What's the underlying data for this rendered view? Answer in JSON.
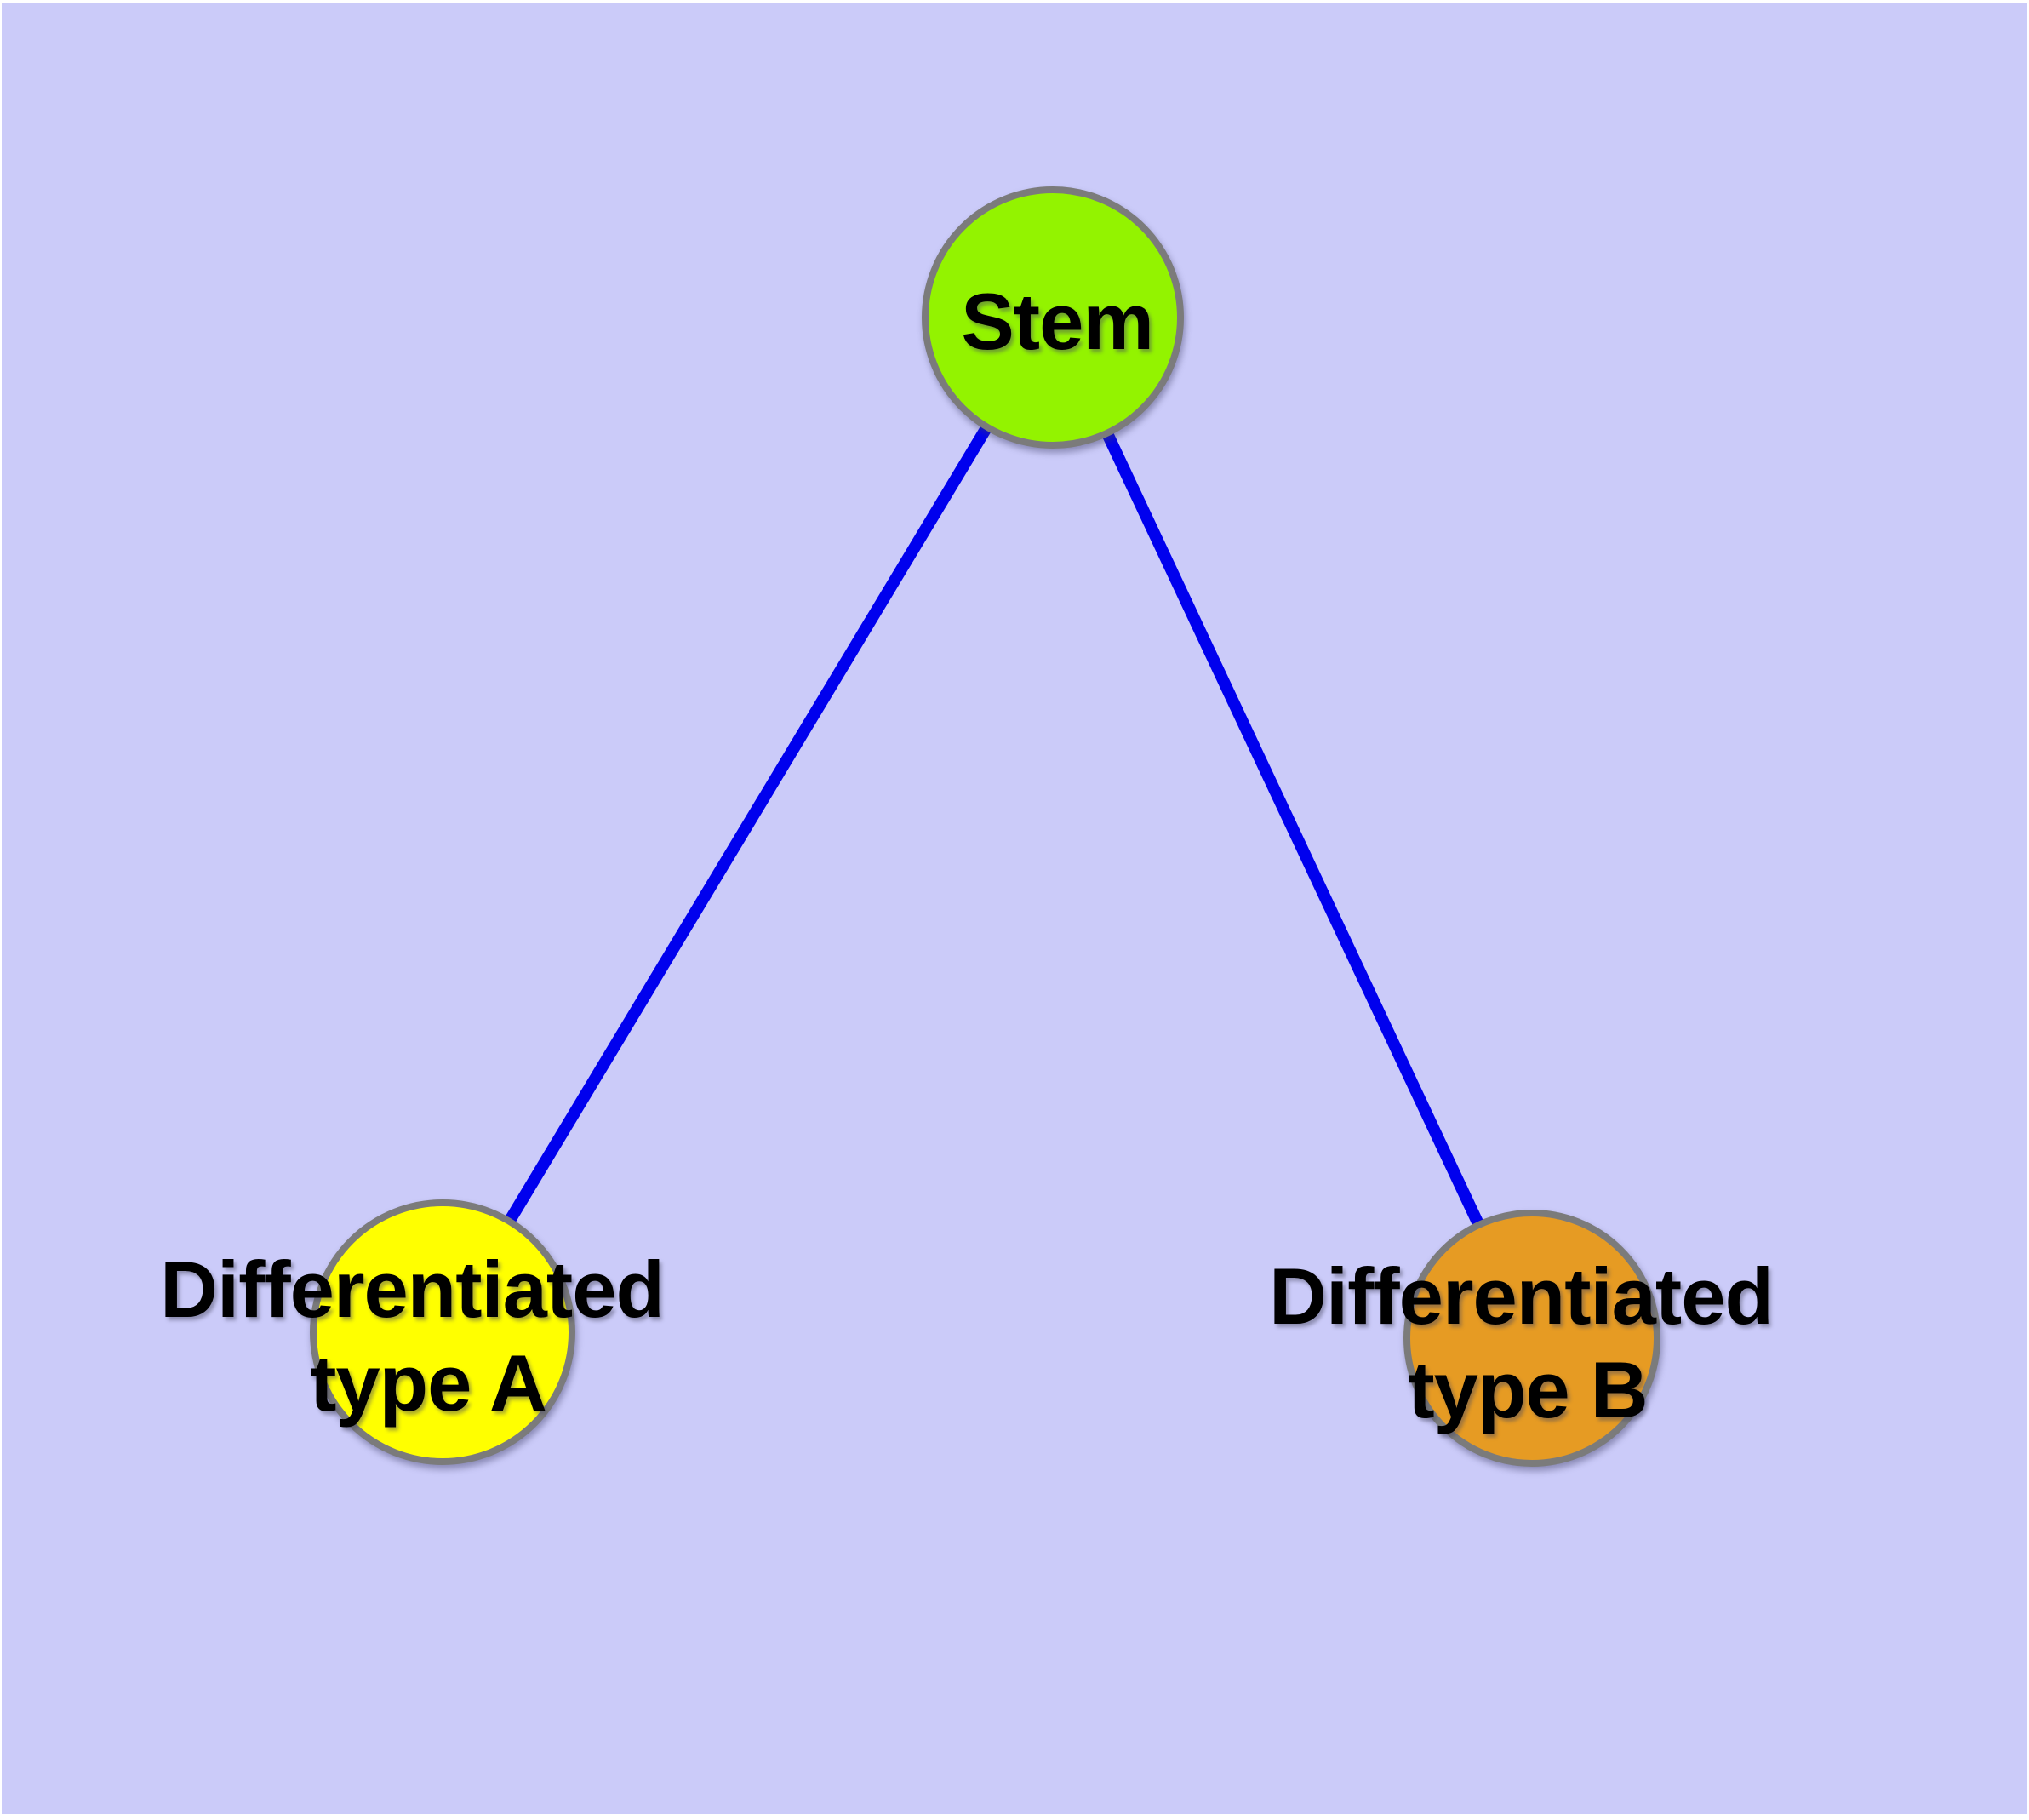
{
  "diagram": {
    "type": "graph",
    "background_color": "#cbcbf9",
    "edge_color": "#0000ee",
    "node_border_color": "#7b7b7b",
    "label_color": "#000000",
    "nodes": [
      {
        "id": "stem",
        "label": "Stem",
        "fill_color": "#93f300"
      },
      {
        "id": "differentiated-type-a",
        "label_line1": "Differentiated",
        "label_line2": "type A",
        "fill_color": "#ffff00"
      },
      {
        "id": "differentiated-type-b",
        "label_line1": "Differentiated",
        "label_line2": "type B",
        "fill_color": "#e69b23"
      }
    ],
    "edges": [
      {
        "from": "stem",
        "to": "differentiated-type-a"
      },
      {
        "from": "stem",
        "to": "differentiated-type-b"
      }
    ]
  }
}
